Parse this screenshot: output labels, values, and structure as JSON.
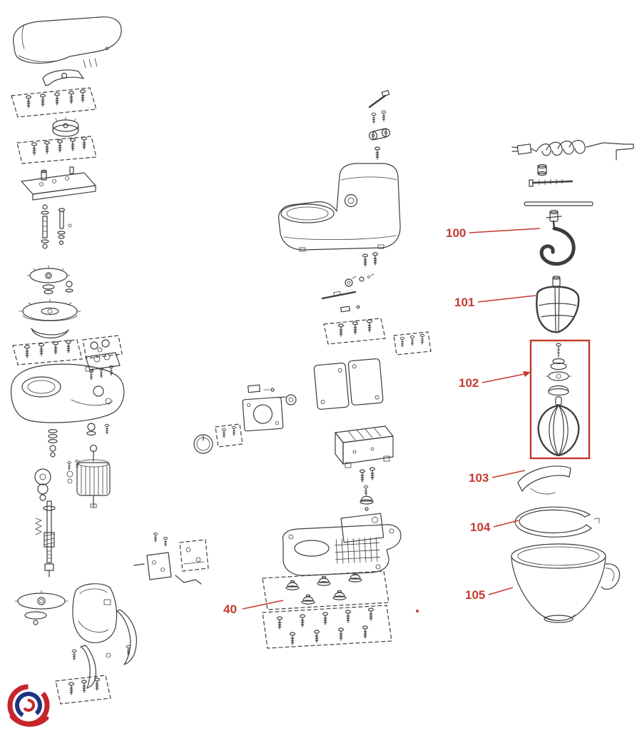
{
  "diagram": {
    "name": "Stand mixer exploded parts diagram",
    "background": "#ffffff"
  },
  "colors": {
    "label": "#c43b31",
    "leader": "#c43b31",
    "highlight_box": "#c0392b",
    "line": "#3d3d3d",
    "logo_red": "#c8242b",
    "logo_blue": "#20357f"
  },
  "labels": {
    "l100": {
      "text": "100",
      "part": "dough-hook"
    },
    "l101": {
      "text": "101",
      "part": "flat-beater"
    },
    "l102": {
      "text": "102",
      "part": "whisk-assembly"
    },
    "l103": {
      "text": "103",
      "part": "splash-guard-chute"
    },
    "l104": {
      "text": "104",
      "part": "splash-guard-ring"
    },
    "l105": {
      "text": "105",
      "part": "mixing-bowl"
    },
    "l40": {
      "text": "40",
      "part": "rubber-feet"
    }
  }
}
